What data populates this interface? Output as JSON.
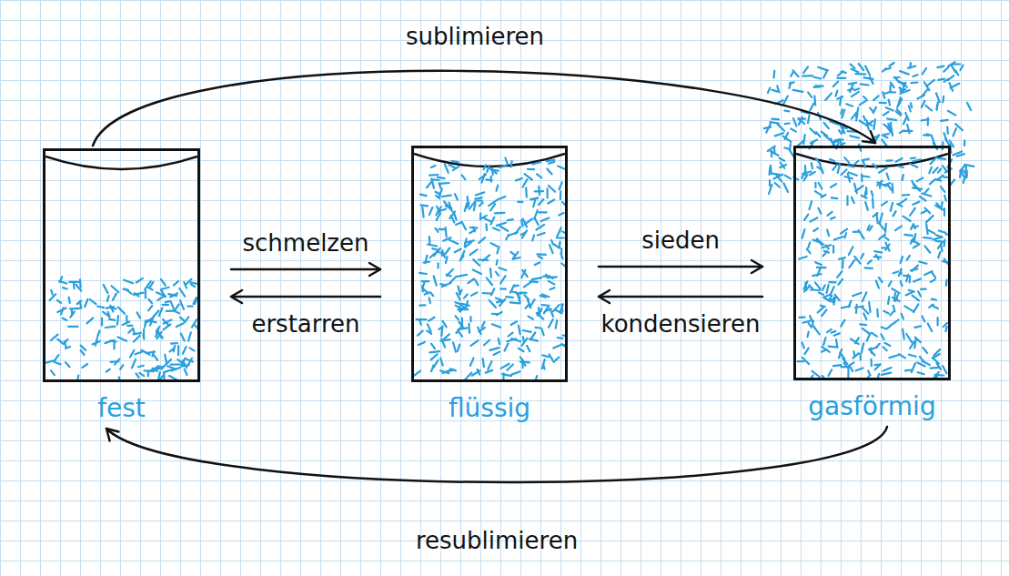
{
  "diagram": {
    "nodes": [
      {
        "text": [
          "fest"
        ]
      },
      {
        "text": [
          "flüssig"
        ]
      },
      {
        "text": [
          "gasförmig"
        ]
      }
    ],
    "edges": [
      {
        "from": 0,
        "to": 2,
        "label": "sublimieren",
        "arrow": "to"
      },
      {
        "from": 0,
        "to": 1,
        "label": "schmelzen",
        "arrow": "to"
      },
      {
        "from": 1,
        "to": 0,
        "label": "erstarren",
        "arrow": "to"
      },
      {
        "from": 1,
        "to": 2,
        "label": "sieden",
        "arrow": "to"
      },
      {
        "from": 2,
        "to": 1,
        "label": "kondensieren",
        "arrow": "to"
      },
      {
        "from": 2,
        "to": 0,
        "label": "resublimieren",
        "arrow": "to"
      }
    ]
  }
}
